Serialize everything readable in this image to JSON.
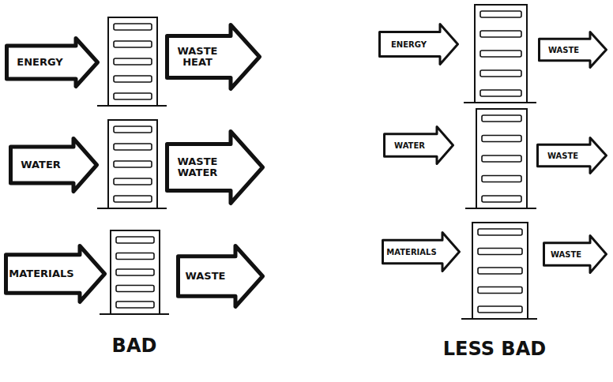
{
  "diagram": {
    "nodes": [
      {
        "text": [
          "ENERGY"
        ]
      },
      {
        "text": [
          "WASTE HEAT"
        ]
      },
      {
        "text": [
          "WATER"
        ]
      },
      {
        "text": [
          "WASTE WATER"
        ]
      },
      {
        "text": [
          "MATERIALS"
        ]
      },
      {
        "text": [
          "WASTE"
        ]
      },
      {
        "text": [
          "ENERGY"
        ]
      },
      {
        "text": [
          "WASTE"
        ]
      },
      {
        "text": [
          "WATER"
        ]
      },
      {
        "text": [
          "WASTE"
        ]
      },
      {
        "text": [
          "MATERIALS"
        ]
      },
      {
        "text": [
          "WASTE"
        ]
      }
    ],
    "labels": [
      "BAD",
      "LESS BAD"
    ]
  }
}
